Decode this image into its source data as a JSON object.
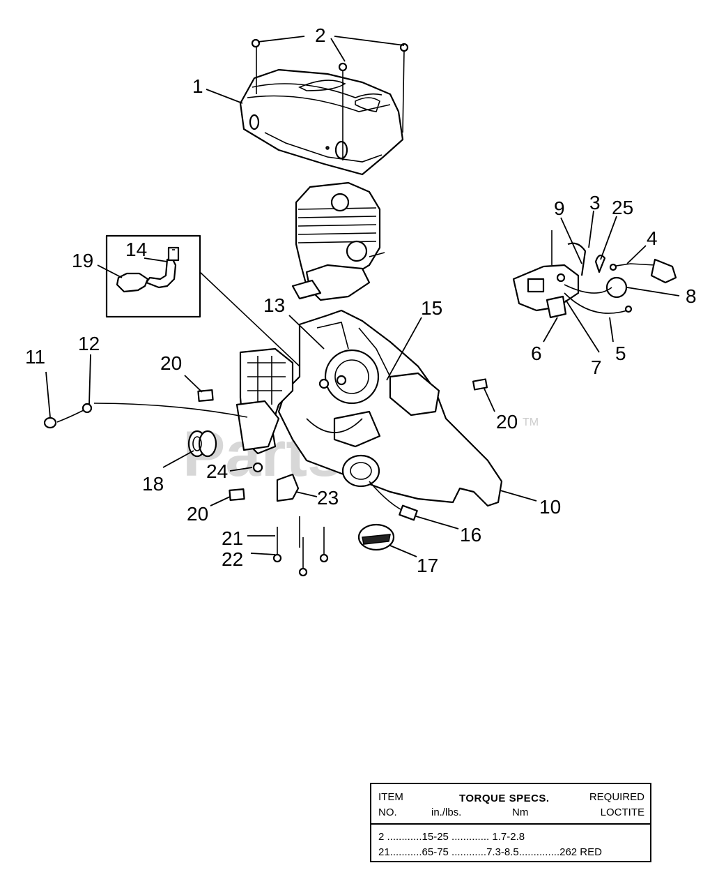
{
  "watermark": {
    "text": "PartsTree",
    "tm": "TM"
  },
  "callouts": [
    {
      "id": "c2",
      "text": "2"
    },
    {
      "id": "c1",
      "text": "1"
    },
    {
      "id": "c3",
      "text": "3"
    },
    {
      "id": "c9",
      "text": "9"
    },
    {
      "id": "c25",
      "text": "25"
    },
    {
      "id": "c4",
      "text": "4"
    },
    {
      "id": "c8",
      "text": "8"
    },
    {
      "id": "c14",
      "text": "14"
    },
    {
      "id": "c19",
      "text": "19"
    },
    {
      "id": "c13",
      "text": "13"
    },
    {
      "id": "c15",
      "text": "15"
    },
    {
      "id": "c6",
      "text": "6"
    },
    {
      "id": "c7",
      "text": "7"
    },
    {
      "id": "c5",
      "text": "5"
    },
    {
      "id": "c11",
      "text": "11"
    },
    {
      "id": "c12",
      "text": "12"
    },
    {
      "id": "c20a",
      "text": "20"
    },
    {
      "id": "c20b",
      "text": "20"
    },
    {
      "id": "c18",
      "text": "18"
    },
    {
      "id": "c24",
      "text": "24"
    },
    {
      "id": "c10",
      "text": "10"
    },
    {
      "id": "c20c",
      "text": "20"
    },
    {
      "id": "c23",
      "text": "23"
    },
    {
      "id": "c16",
      "text": "16"
    },
    {
      "id": "c21",
      "text": "21"
    },
    {
      "id": "c22",
      "text": "22"
    },
    {
      "id": "c17",
      "text": "17"
    }
  ],
  "torque_table": {
    "item_label": "ITEM",
    "no_label": "NO.",
    "specs_label": "TORQUE SPECS.",
    "inlbs_label": "in./lbs.",
    "nm_label": "Nm",
    "required_label": "REQUIRED",
    "loctite_label": "LOCTITE",
    "rows": [
      {
        "text": "2 ............15-25 ............. 1.7-2.8"
      },
      {
        "text": "21...........65-75 ............7.3-8.5..............262 RED"
      }
    ]
  }
}
